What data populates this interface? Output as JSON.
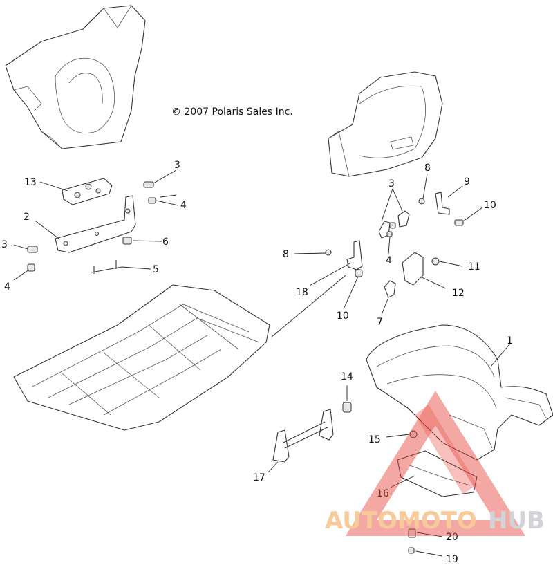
{
  "copyright": "© 2007 Polaris Sales Inc.",
  "callouts": [
    {
      "id": "c1",
      "label": "1"
    },
    {
      "id": "c2",
      "label": "2"
    },
    {
      "id": "c3a",
      "label": "3"
    },
    {
      "id": "c3b",
      "label": "3"
    },
    {
      "id": "c3c",
      "label": "3"
    },
    {
      "id": "c4a",
      "label": "4"
    },
    {
      "id": "c4b",
      "label": "4"
    },
    {
      "id": "c4c",
      "label": "4"
    },
    {
      "id": "c5",
      "label": "5"
    },
    {
      "id": "c6",
      "label": "6"
    },
    {
      "id": "c7",
      "label": "7"
    },
    {
      "id": "c8a",
      "label": "8"
    },
    {
      "id": "c8b",
      "label": "8"
    },
    {
      "id": "c9",
      "label": "9"
    },
    {
      "id": "c10a",
      "label": "10"
    },
    {
      "id": "c10b",
      "label": "10"
    },
    {
      "id": "c11",
      "label": "11"
    },
    {
      "id": "c12",
      "label": "12"
    },
    {
      "id": "c13",
      "label": "13"
    },
    {
      "id": "c14",
      "label": "14"
    },
    {
      "id": "c15",
      "label": "15"
    },
    {
      "id": "c16",
      "label": "16"
    },
    {
      "id": "c17",
      "label": "17"
    },
    {
      "id": "c18",
      "label": "18"
    },
    {
      "id": "c19",
      "label": "19"
    },
    {
      "id": "c20",
      "label": "20"
    }
  ],
  "watermark": {
    "part_a": "AUTOMOTO",
    "part_b": "HUB",
    "colors": {
      "triangle": "#e8463c",
      "text_a": "#f7c08a",
      "text_b": "#c9ccd1"
    }
  }
}
